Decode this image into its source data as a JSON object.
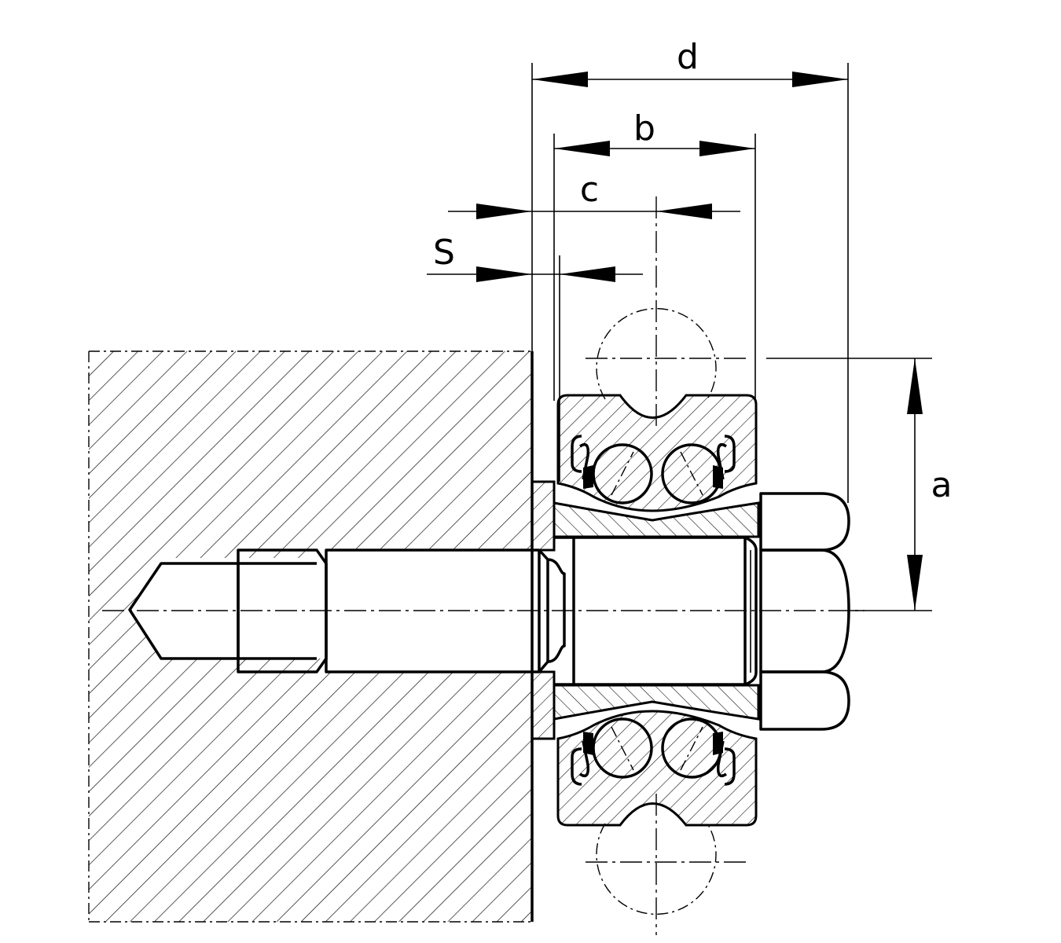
{
  "labels": {
    "d": "d",
    "b": "b",
    "c": "c",
    "s": "S",
    "a": "a"
  }
}
